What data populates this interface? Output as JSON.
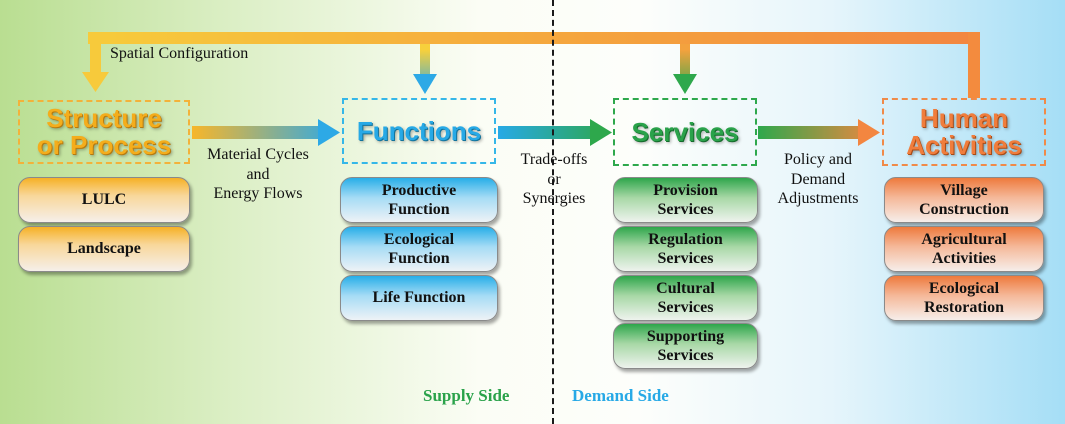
{
  "top_label": "Spatial Configuration",
  "headers": {
    "structure": [
      "Structure",
      "or Process"
    ],
    "functions": "Functions",
    "services": "Services",
    "human": [
      "Human",
      "Activities"
    ]
  },
  "structure_items": [
    "LULC",
    "Landscape"
  ],
  "function_items": [
    [
      "Productive",
      "Function"
    ],
    [
      "Ecological",
      "Function"
    ],
    [
      "Life Function"
    ]
  ],
  "service_items": [
    [
      "Provision",
      "Services"
    ],
    [
      "Regulation",
      "Services"
    ],
    [
      "Cultural",
      "Services"
    ],
    [
      "Supporting",
      "Services"
    ]
  ],
  "human_items": [
    [
      "Village",
      "Construction"
    ],
    [
      "Agricultural",
      "Activities"
    ],
    [
      "Ecological",
      "Restoration"
    ]
  ],
  "arrow_labels": {
    "material": [
      "Material Cycles",
      "and",
      "Energy Flows"
    ],
    "tradeoffs": [
      "Trade-offs",
      "or",
      "Synergies"
    ],
    "policy": [
      "Policy and",
      "Demand",
      "Adjustments"
    ]
  },
  "supply_side": "Supply Side",
  "demand_side": "Demand Side",
  "colors": {
    "structure": "#f4ad1c",
    "functions": "#27a9e6",
    "services": "#2aa24a",
    "human": "#f07d3c",
    "supply_text": "#2aa24a",
    "demand_text": "#27a9e6"
  }
}
